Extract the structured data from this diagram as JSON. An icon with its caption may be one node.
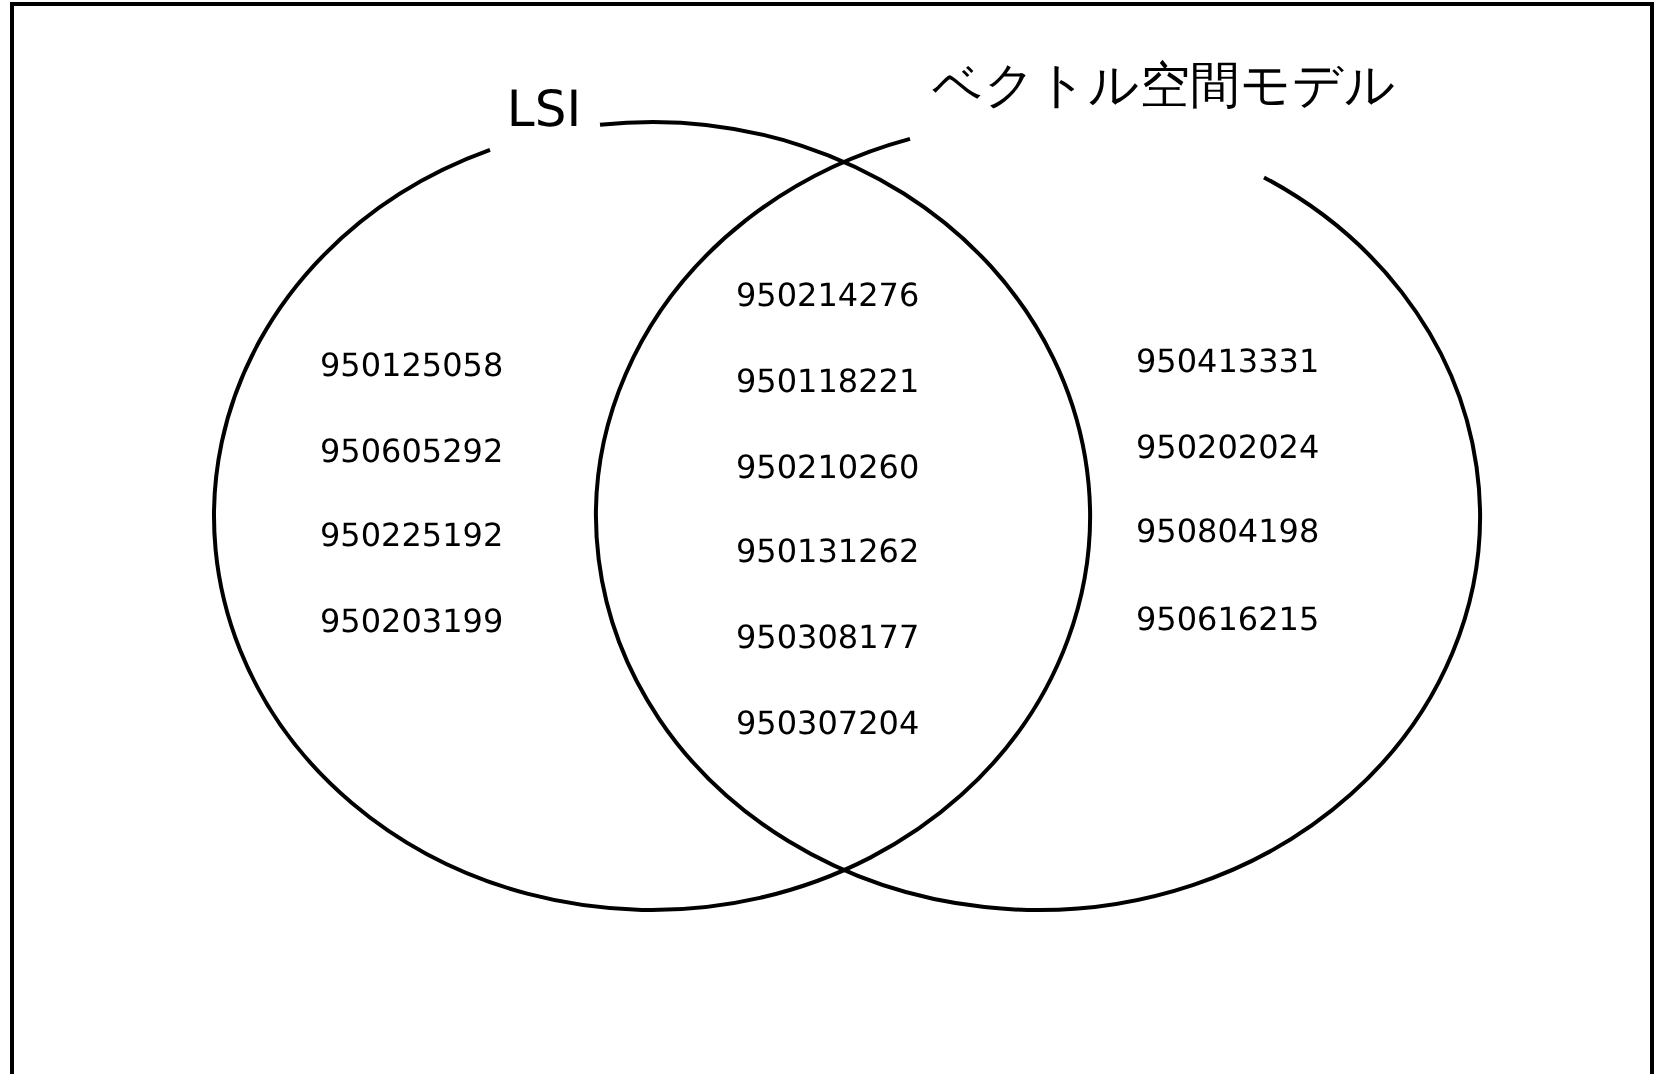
{
  "diagram": {
    "nodes": [
      {
        "text": [
          "LSI"
        ]
      },
      {
        "text": [
          "ベクトル空間モデル"
        ]
      }
    ],
    "labels": [
      "950125058",
      "950605292",
      "950225192",
      "950203199",
      "950214276",
      "950118221",
      "950210260",
      "950131262",
      "950308177",
      "950307204",
      "950413331",
      "950202024",
      "950804198",
      "950616215"
    ]
  }
}
